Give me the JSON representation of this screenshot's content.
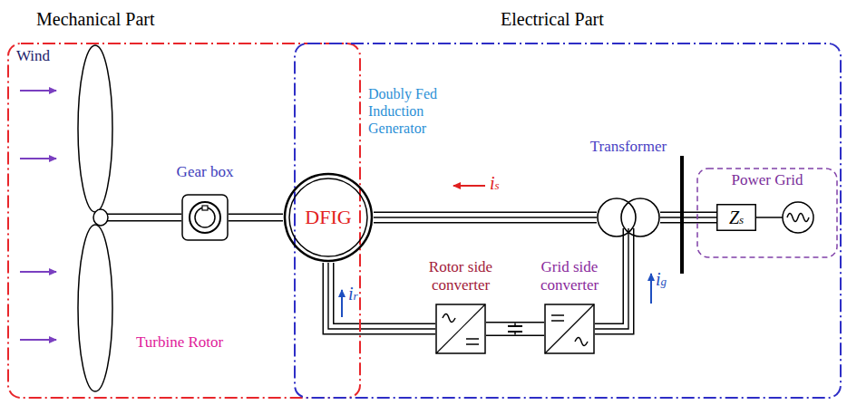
{
  "diagram": {
    "nodes": [
      {
        "text": [
          "Mechanical Part"
        ]
      },
      {
        "text": [
          "Electrical Part"
        ]
      },
      {
        "text": [
          "Gear box"
        ],
        "in": 0
      },
      {
        "text": [
          "DFIG",
          "Doubly Fed Induction Generator"
        ]
      },
      {
        "text": [
          "Rotor side converter"
        ],
        "in": 1
      },
      {
        "text": [
          "Grid side converter"
        ],
        "in": 1
      },
      {
        "text": [
          "Transformer"
        ],
        "in": 1
      },
      {
        "text": [
          "Power Grid"
        ],
        "in": 1
      },
      {
        "text": [
          "Zs"
        ],
        "in": 7
      }
    ],
    "edges": [
      {
        "from": 2,
        "to": 3,
        "arrow": "none"
      },
      {
        "from": 3,
        "to": 6,
        "arrow": "none"
      },
      {
        "from": 3,
        "to": 4,
        "arrow": "none"
      },
      {
        "from": 4,
        "to": 5,
        "arrow": "none"
      },
      {
        "from": 5,
        "to": 6,
        "arrow": "none"
      },
      {
        "from": 6,
        "to": 8,
        "arrow": "none"
      }
    ],
    "labels": [
      "Wind",
      "Turbine Rotor",
      "is",
      "ir",
      "ig"
    ]
  }
}
